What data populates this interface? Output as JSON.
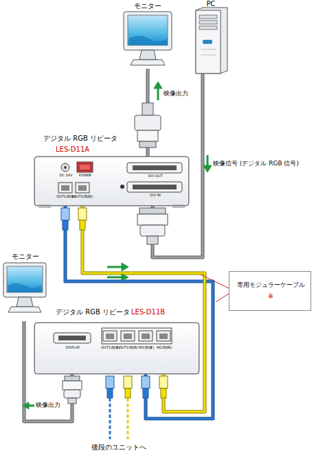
{
  "diagram": {
    "nodes": [
      {
        "text": [
          "モニター"
        ]
      },
      {
        "text": [
          "PC"
        ]
      },
      {
        "text": [
          "デジタル RGB リピータ",
          "LES-D11A",
          "DC 24V",
          "POWER",
          "DVI OUT",
          "DVI IN",
          "OUT1(映像)",
          "OUT1(制御)"
        ]
      },
      {
        "text": [
          "専用モジュラーケーブル",
          "※"
        ]
      },
      {
        "text": [
          "モニター"
        ]
      },
      {
        "text": [
          "デジタル RGB リピータ",
          "LES-D11B",
          "DISPLAY",
          "OUT1(映像)",
          "OUT1(制御)",
          "IN1(映像)",
          "IN1(制御)"
        ]
      }
    ],
    "edges": [
      {
        "from": 1,
        "to": 2,
        "arrow": "none"
      },
      {
        "from": 2,
        "to": 0,
        "arrow": "none"
      },
      {
        "from": 2,
        "to": 5,
        "arrow": "none"
      },
      {
        "from": 2,
        "to": 5,
        "arrow": "none"
      },
      {
        "from": 5,
        "to": 4,
        "arrow": "none"
      }
    ],
    "labels": [
      "映像出力",
      "映像信号 (デジタル RGB 信号)",
      "映像出力",
      "後段のユニットへ"
    ]
  }
}
